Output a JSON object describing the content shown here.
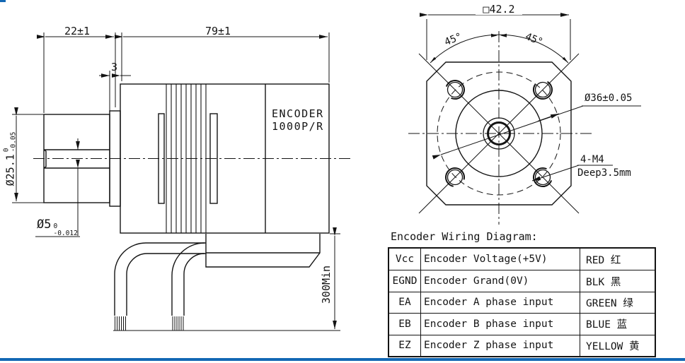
{
  "drawing": {
    "side_view": {
      "dim_front_length": "22±1",
      "dim_body_length": "79±1",
      "dim_pilot_depth": "3",
      "encoder_label_line1": "ENCODER",
      "encoder_label_line2": "1000P/R",
      "boss_diameter": {
        "main": "Ø25.1",
        "tol_upper": "0",
        "tol_lower": "-0.05"
      },
      "shaft_diameter": {
        "main": "Ø5",
        "tol_upper": "0",
        "tol_lower": "-0.012"
      },
      "cable_length": "300Min"
    },
    "front_view": {
      "flange_size": "□42.2",
      "angle_left": "45°",
      "angle_right": "45°",
      "bolt_circle_diameter": "Ø36±0.05",
      "mount_holes_line1": "4-M4",
      "mount_holes_line2": "Deep3.5mm"
    }
  },
  "wiring": {
    "title": "Encoder Wiring Diagram:",
    "rows": [
      {
        "signal": "Vcc",
        "description": "Encoder Voltage(+5V)",
        "color": "RED 红"
      },
      {
        "signal": "EGND",
        "description": "Encoder Grand(0V)",
        "color": "BLK 黑"
      },
      {
        "signal": "EA",
        "description": "Encoder A phase input",
        "color": "GREEN 绿"
      },
      {
        "signal": "EB",
        "description": "Encoder B phase input",
        "color": "BLUE 蓝"
      },
      {
        "signal": "EZ",
        "description": "Encoder Z phase input",
        "color": "YELLOW 黄"
      }
    ]
  },
  "colors": {
    "line": "#141414",
    "accent_bar": "#1368b4"
  }
}
